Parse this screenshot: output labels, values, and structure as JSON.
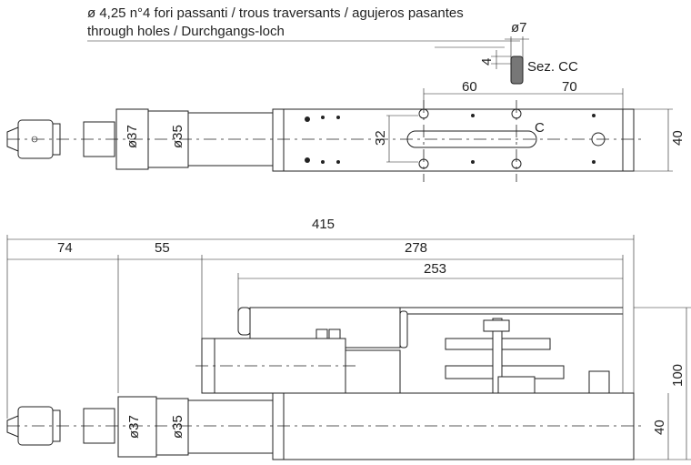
{
  "note": {
    "line1": "ø 4,25 n°4 fori passanti / trous traversants / agujeros pasantes",
    "line2": "through holes / Durchgangs-loch"
  },
  "top_view": {
    "dia_collar": "ø37",
    "dia_body": "ø35",
    "slot_width": "32",
    "dim_left": "60",
    "dim_right": "70",
    "height": "40",
    "section_mark": "C",
    "section_dia": "ø7",
    "section_depth": "4",
    "section_label": "Sez. CC"
  },
  "side_view": {
    "total_length": "415",
    "chuck_length": "74",
    "collar_length": "55",
    "body_length": "278",
    "motor_length": "253",
    "total_height": "100",
    "body_height": "40",
    "dia_collar": "ø37",
    "dia_body": "ø35"
  }
}
